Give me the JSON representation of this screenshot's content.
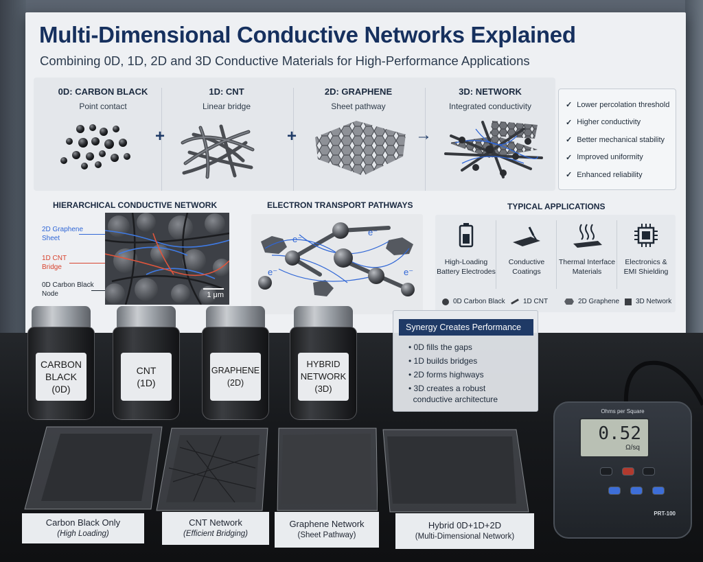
{
  "poster": {
    "title": "Multi-Dimensional Conductive Networks Explained",
    "subtitle": "Combining 0D, 1D, 2D and 3D Conductive Materials for High-Performance Applications",
    "materials": [
      {
        "title": "0D: CARBON BLACK",
        "sub": "Point contact"
      },
      {
        "title": "1D: CNT",
        "sub": "Linear bridge"
      },
      {
        "title": "2D: GRAPHENE",
        "sub": "Sheet pathway"
      },
      {
        "title": "3D: NETWORK",
        "sub": "Integrated conductivity"
      }
    ],
    "operators": [
      "+",
      "+",
      "→"
    ],
    "benefits": [
      "Lower percolation threshold",
      "Higher conductivity",
      "Better mechanical stability",
      "Improved uniformity",
      "Enhanced reliability"
    ],
    "hierarchical": {
      "title": "HIERARCHICAL CONDUCTIVE NETWORK",
      "label_graphene": "2D Graphene\nSheet",
      "label_cnt": "1D CNT\nBridge",
      "label_cb": "0D Carbon Black\nNode",
      "scale": "1 μm"
    },
    "transport": {
      "title": "ELECTRON TRANSPORT PATHWAYS",
      "electron": "e⁻"
    },
    "applications": {
      "title": "TYPICAL APPLICATIONS",
      "items": [
        {
          "label": "High-Loading\nBattery Electrodes",
          "icon": "battery-icon"
        },
        {
          "label": "Conductive\nCoatings",
          "icon": "coating-icon"
        },
        {
          "label": "Thermal Interface\nMaterials",
          "icon": "heat-icon"
        },
        {
          "label": "Electronics &\nEMI Shielding",
          "icon": "chip-icon"
        }
      ],
      "legend": [
        "0D Carbon Black",
        "1D CNT",
        "2D Graphene",
        "3D Network"
      ]
    }
  },
  "jars": [
    {
      "line1": "CARBON",
      "line2": "BLACK",
      "line3": "(0D)"
    },
    {
      "line1": "CNT",
      "line2": "(1D)",
      "line3": ""
    },
    {
      "line1": "GRAPHENE",
      "line2": "(2D)",
      "line3": ""
    },
    {
      "line1": "HYBRID",
      "line2": "NETWORK",
      "line3": "(3D)"
    }
  ],
  "sign": {
    "title": "Synergy Creates Performance",
    "items": [
      "• 0D fills the gaps",
      "• 1D builds bridges",
      "• 2D forms highways",
      "• 3D creates a robust",
      "  conductive architecture"
    ]
  },
  "samples": [
    {
      "title": "Carbon Black Only",
      "sub": "(High Loading)"
    },
    {
      "title": "CNT Network",
      "sub": "(Efficient Bridging)"
    },
    {
      "title": "Graphene Network",
      "sub": "(Sheet Pathway)"
    },
    {
      "title": "Hybrid 0D+1D+2D",
      "sub": "(Multi-Dimensional Network)"
    }
  ],
  "meter": {
    "brand": "Ohms per Square",
    "value": "0.52",
    "unit": "Ω/sq",
    "model": "PRT-100"
  },
  "colors": {
    "title": "#16305e",
    "accent_blue": "#2f66d6",
    "accent_red": "#d8432e",
    "sign_header": "#1f3a66"
  }
}
